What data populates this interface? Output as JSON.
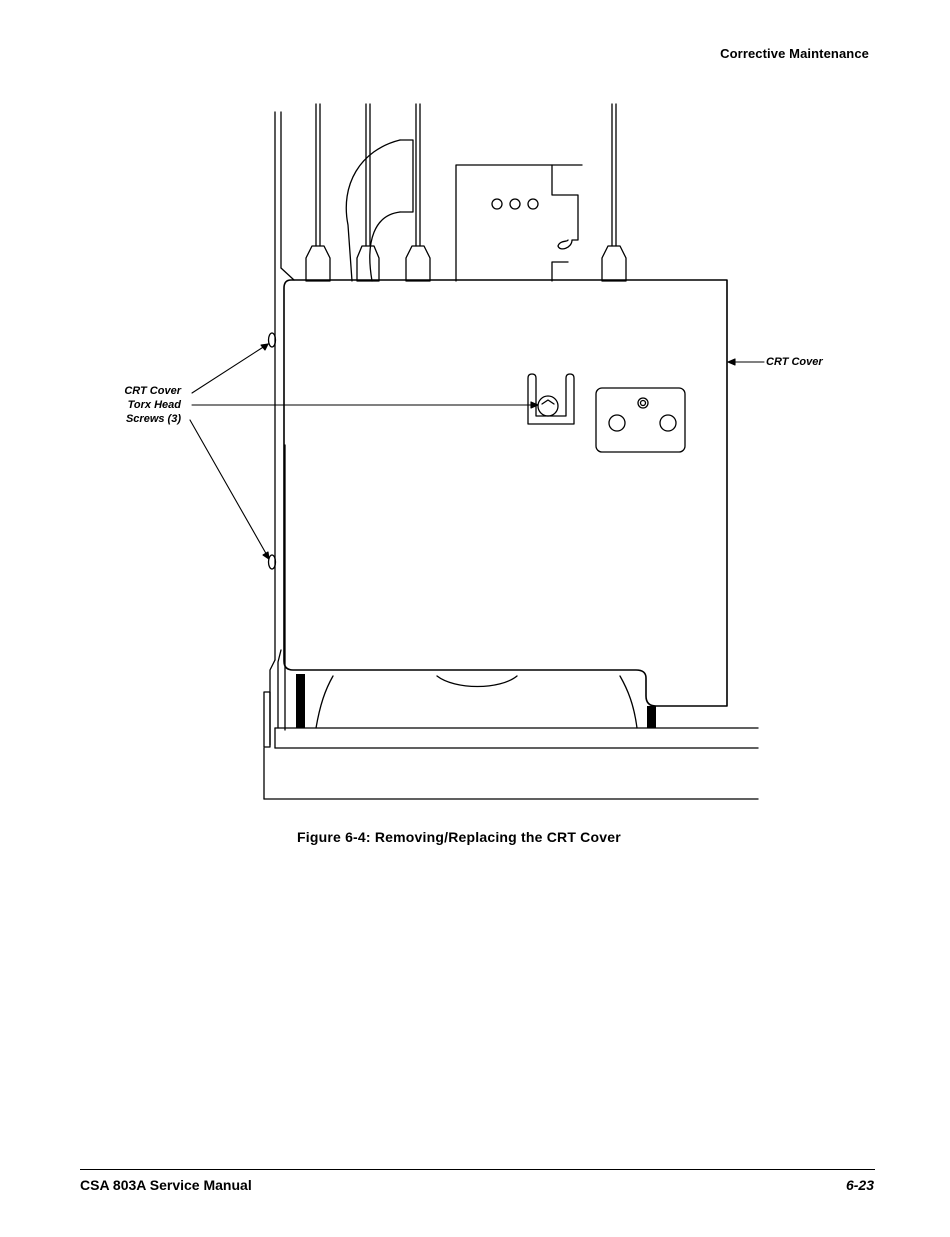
{
  "header": {
    "section_title": "Corrective Maintenance"
  },
  "figure": {
    "callouts": {
      "screws_line1": "CRT Cover",
      "screws_line2": "Torx Head",
      "screws_line3": "Screws (3)",
      "cover": "CRT Cover"
    },
    "caption": "Figure 6-4:  Removing/Replacing the CRT Cover"
  },
  "footer": {
    "manual_title": "CSA 803A Service Manual",
    "page_number": "6-23"
  }
}
